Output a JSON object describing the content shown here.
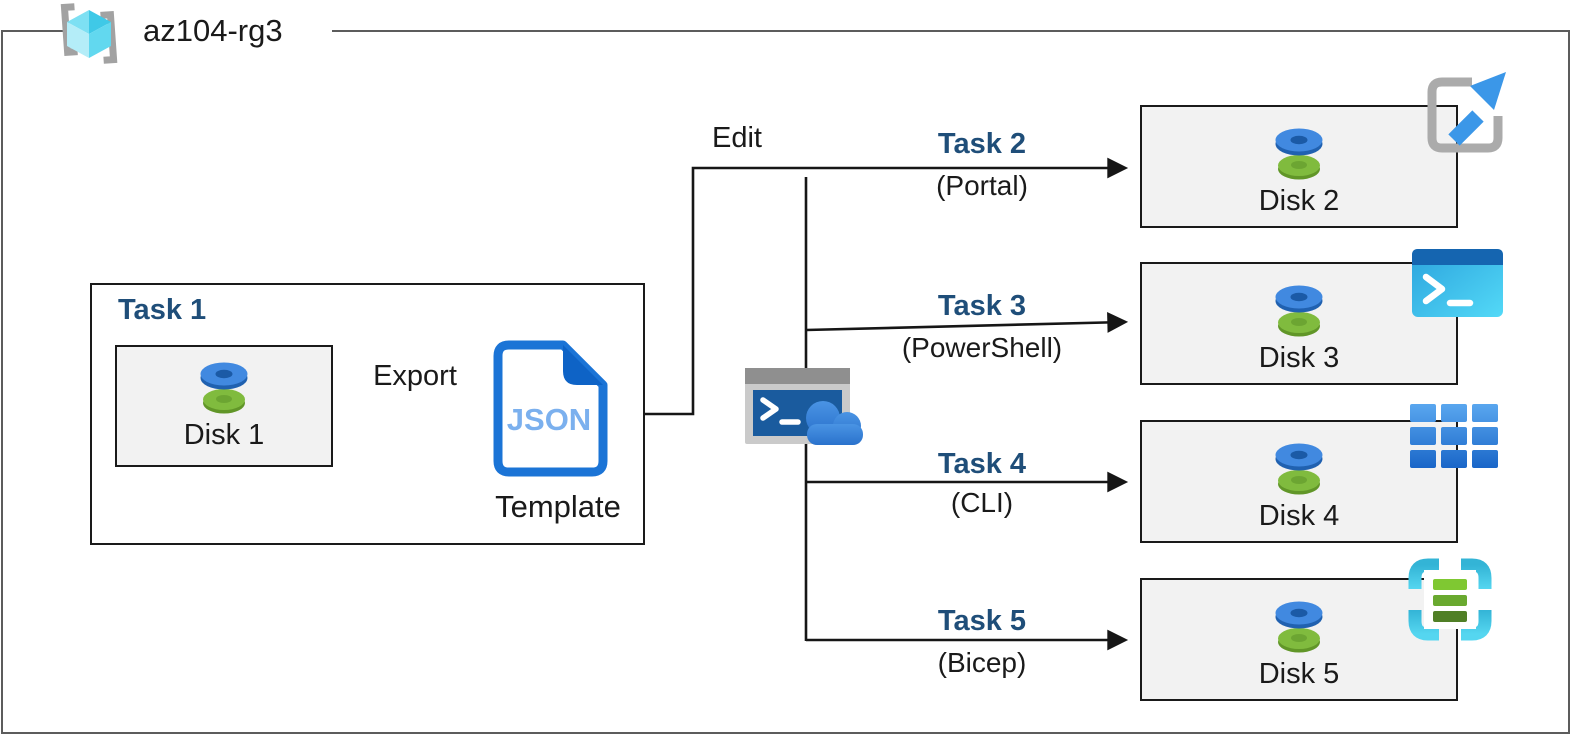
{
  "frame": {
    "resource_group": "az104-rg3"
  },
  "task1": {
    "title": "Task 1",
    "disk_label": "Disk 1",
    "export_label": "Export",
    "template_badge": "JSON",
    "template_label": "Template"
  },
  "edit_label": "Edit",
  "tasks": [
    {
      "title": "Task 2",
      "method": "(Portal)",
      "disk_label": "Disk 2",
      "icon": "open-in-new-arrow-icon"
    },
    {
      "title": "Task 3",
      "method": "(PowerShell)",
      "disk_label": "Disk 3",
      "icon": "powershell-window-icon"
    },
    {
      "title": "Task 4",
      "method": "(CLI)",
      "disk_label": "Disk 4",
      "icon": "cli-grid-icon"
    },
    {
      "title": "Task 5",
      "method": "(Bicep)",
      "disk_label": "Disk 5",
      "icon": "arm-template-icon"
    }
  ],
  "colors": {
    "task_title_blue": "#1f4e79",
    "box_fill": "#f2f2f2",
    "outer_border": "#5c5c5c",
    "connector_line": "#161616",
    "json_doc_blue": "#1b74d6",
    "json_text_blue": "#7bb0ee",
    "disk_top_blue": "#4189e0",
    "disk_bottom_green": "#80bb3e",
    "cloud_blue": "#2e7cd6",
    "powershell_titlebar_blue": "#1565b0",
    "cli_grid_blue": "#2f7fdc",
    "bicep_cyan": "#3cc9e8",
    "rg_cube_cyan": "#3fc9e7",
    "icon_gray": "#ababab"
  }
}
